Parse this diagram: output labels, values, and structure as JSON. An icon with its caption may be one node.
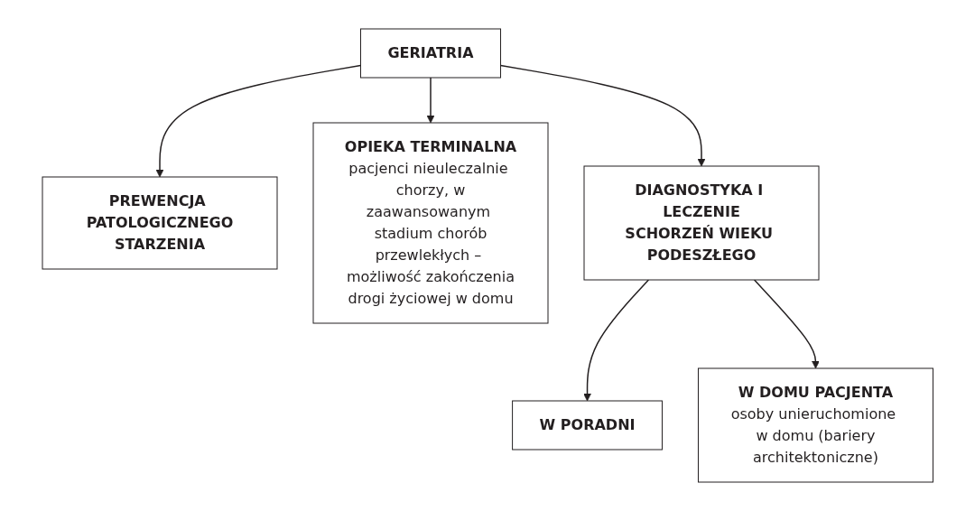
{
  "diagram": {
    "nodes": [
      {
        "text": [
          "GERIATRIA"
        ]
      },
      {
        "text": [
          "PREWENCJA PATOLOGICZNEGO STARZENIA"
        ]
      },
      {
        "text": [
          "OPIEKA TERMINALNA",
          "pacjenci nieuleczalnie chorzy, w zaawansowanym stadium chorób przewlekłych – możliwość zakończenia drogi życiowej w domu"
        ]
      },
      {
        "text": [
          "DIAGNOSTYKA I LECZENIE SCHORZEŃ WIEKU PODESZŁEGO"
        ]
      },
      {
        "text": [
          "W PORADNI"
        ]
      },
      {
        "text": [
          "W DOMU PACJENTA",
          "osoby unieruchomione w domu (bariery architektoniczne)"
        ]
      }
    ],
    "edges": [
      {
        "from": 0,
        "to": 1,
        "arrow": "to"
      },
      {
        "from": 0,
        "to": 3,
        "arrow": "to"
      },
      {
        "from": 0,
        "to": 2,
        "arrow": "to"
      },
      {
        "from": 3,
        "to": 4,
        "arrow": "to"
      },
      {
        "from": 3,
        "to": 5,
        "arrow": "to"
      }
    ]
  }
}
